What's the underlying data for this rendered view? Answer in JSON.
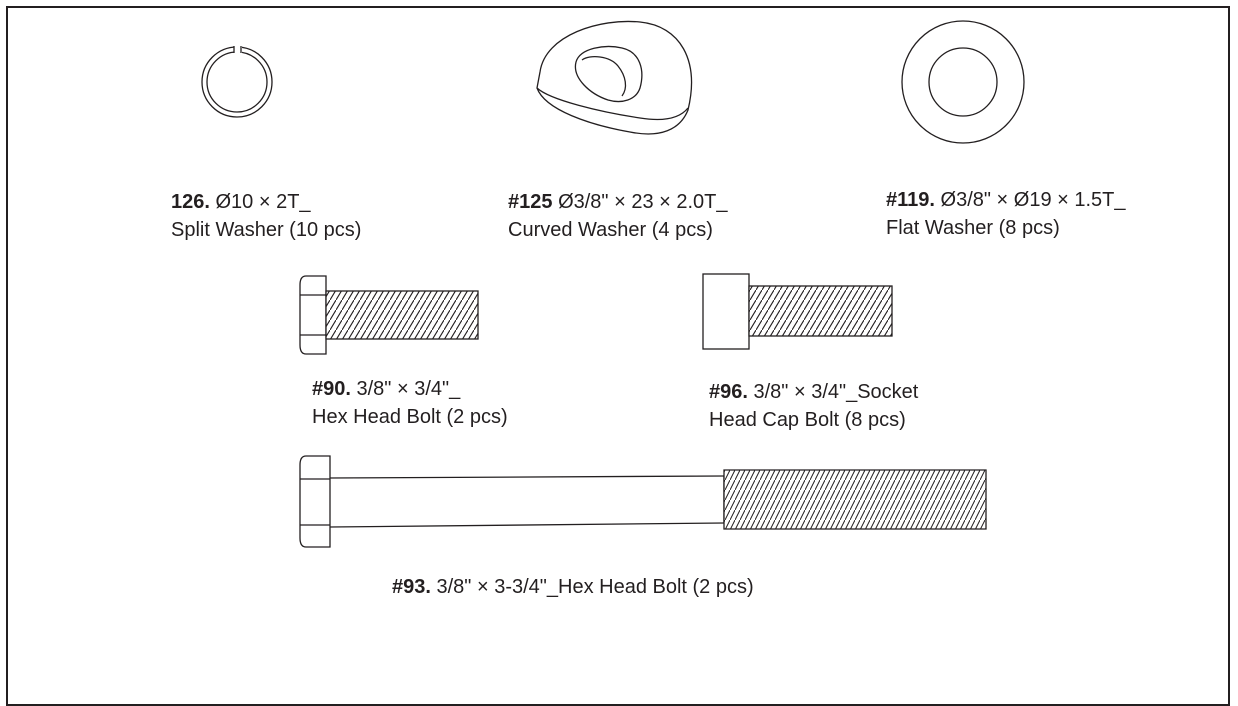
{
  "parts": [
    {
      "id": "126",
      "code": "126.",
      "spec": "Ø10 × 2T_",
      "name": "Split Washer (10 pcs)"
    },
    {
      "id": "125",
      "code": "#125",
      "spec": "Ø3/8\" × 23 × 2.0T_",
      "name": "Curved Washer (4 pcs)"
    },
    {
      "id": "119",
      "code": "#119.",
      "spec": "Ø3/8\" × Ø19 × 1.5T_",
      "name": "Flat Washer (8 pcs)"
    },
    {
      "id": "90",
      "code": "#90.",
      "spec": "3/8\" × 3/4\"_",
      "name": "Hex Head Bolt (2 pcs)"
    },
    {
      "id": "96",
      "code": "#96.",
      "spec": "3/8\" × 3/4\"_Socket",
      "name": "Head Cap Bolt (8 pcs)"
    },
    {
      "id": "93",
      "code": "#93.",
      "spec": "3/8\" × 3-3/4\"_Hex Head Bolt (2 pcs)",
      "name": ""
    }
  ]
}
